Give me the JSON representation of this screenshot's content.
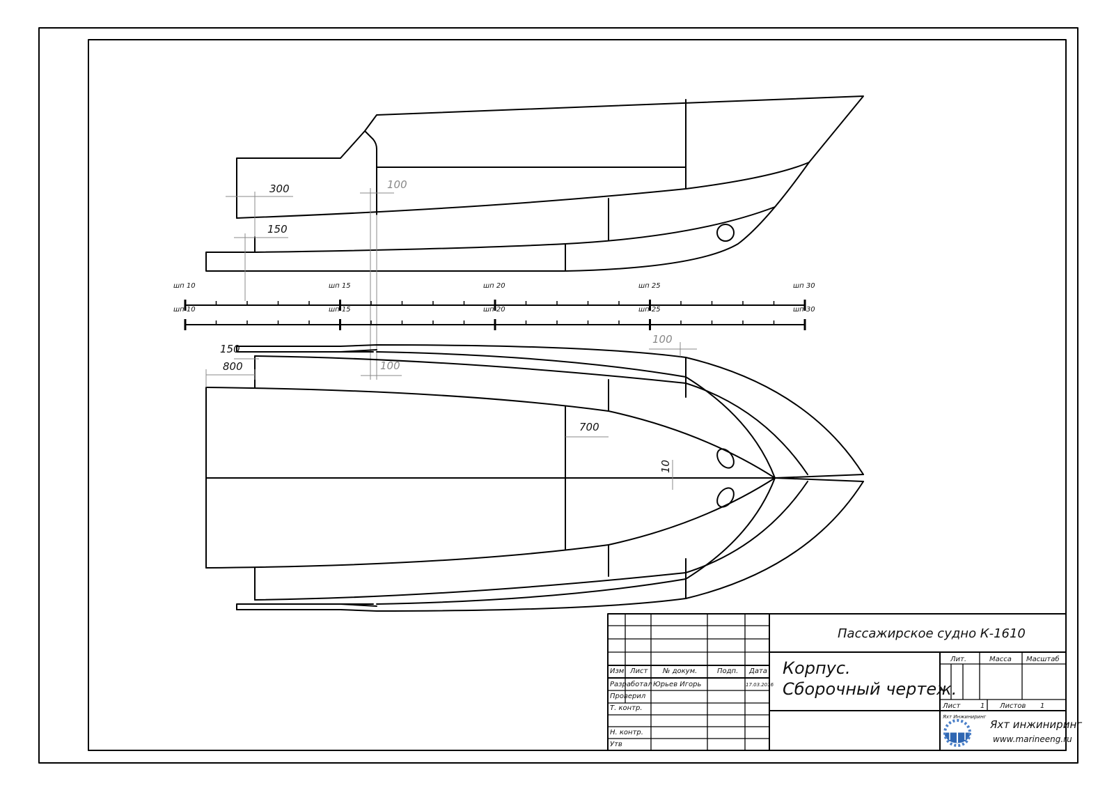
{
  "scales": [
    {
      "labels": [
        "шп 10",
        "шп 15",
        "шп 20",
        "шп 25",
        "шп 30"
      ]
    },
    {
      "labels": [
        "шп 10",
        "шп 15",
        "шп 20",
        "шп 25",
        "шп 30"
      ]
    }
  ],
  "dimensions": {
    "side_300": "300",
    "side_100": "100",
    "side_150": "150",
    "plan_150": "150",
    "plan_800": "800",
    "plan_100_top": "100",
    "plan_100_low": "100",
    "plan_700": "700",
    "plan_10": "10"
  },
  "title_block": {
    "vessel_name": "Пассажирское судно К-1610",
    "drawing_title_line1": "Корпус.",
    "drawing_title_line2": "Сборочный чертеж.",
    "col_izm": "Изм",
    "col_list": "Лист",
    "col_doc": "№ докум.",
    "col_podp": "Подп.",
    "col_date": "Дата",
    "row_developed": "Разработал",
    "developer_name": "Юрьев Игорь",
    "date_value": "17.03.2016",
    "row_checked": "Проверил",
    "row_tcontrol": "Т. контр.",
    "row_ncontrol": "Н. контр.",
    "row_approved": "Утв",
    "lit_label": "Лит.",
    "mass_label": "Масса",
    "scale_label": "Масштаб",
    "sheet_label": "Лист",
    "sheet_value": "1",
    "sheets_label": "Листов",
    "sheets_value": "1",
    "logo_text": "Яхт Инжиниринг",
    "company_name": "Яхт инжиниринг",
    "company_site": "www.marineeng.ru"
  }
}
